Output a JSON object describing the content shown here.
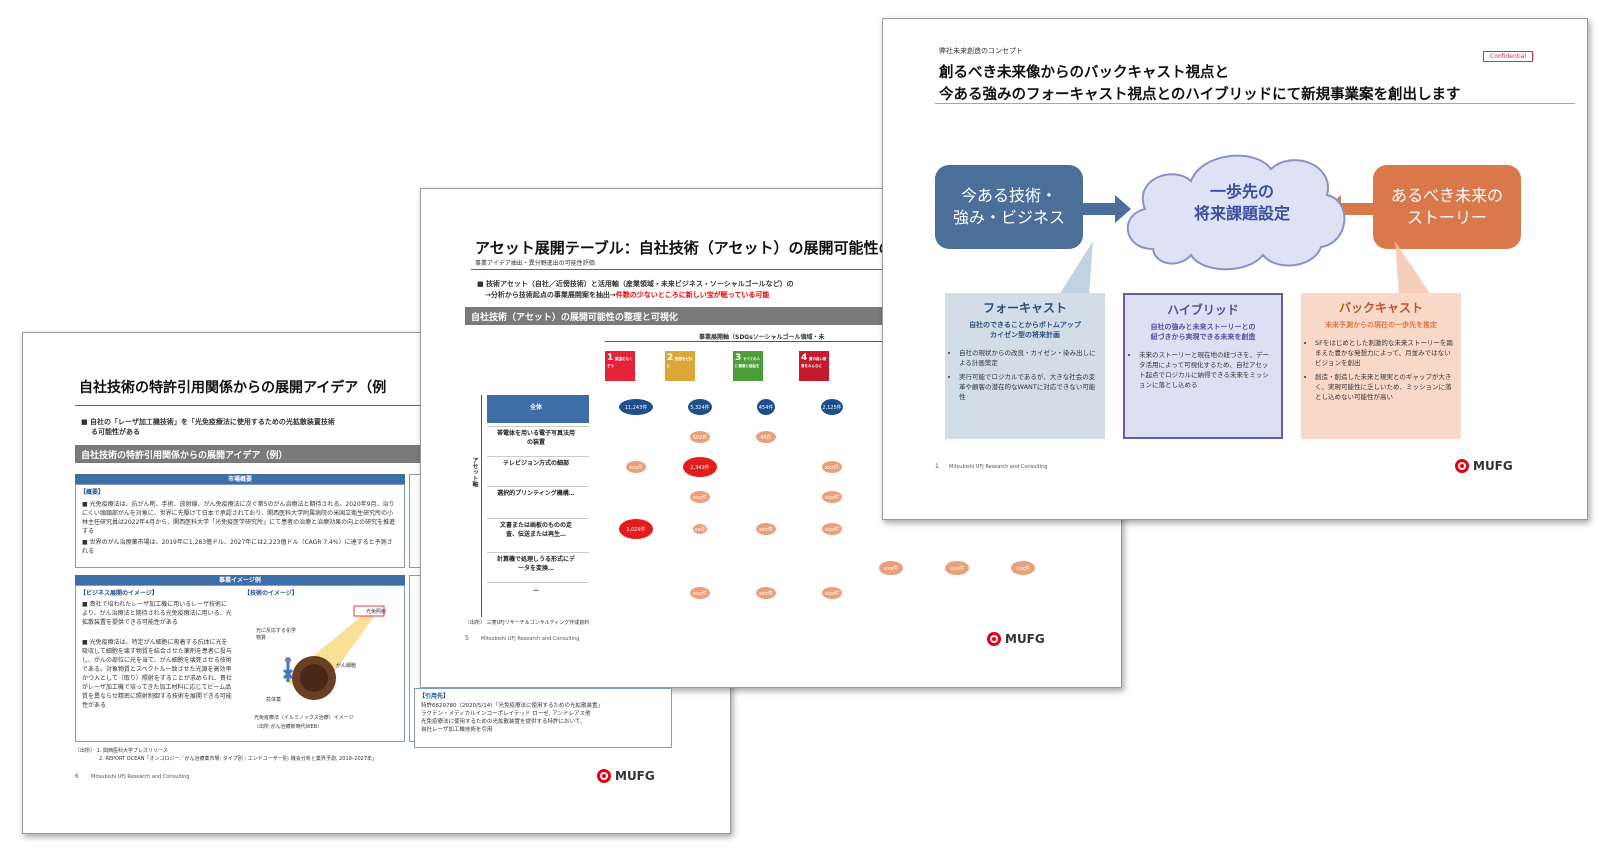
{
  "slide1": {
    "title": "自社技術の特許引用関係からの展開アイデア（例",
    "bullet": "■ 自社の「レーザ加工機技術」を「光免疫療法に使用するための光拡散装置技術",
    "bullet_cont": "る可能性がある",
    "band": "自社技術の特許引用関係からの展開アイデア（例）",
    "market_header": "市場概要",
    "summary_label": "【概要】",
    "summary_text_1": "■ 光免疫療法は、抗がん剤、手術、放射線、がん免疫療法に次ぐ第5のがん治療法と期待される。2020年9月、治りにくい頭頸部がんを対象に、世界に先駆けて日本で承認されており、関西医科大学附属病院の米国立衛生研究所の小林主任研究員は2022年4月から、関西医科大学「光免疫医学研究所」にて患者の治療と治療効果の向上の研究を推進する",
    "summary_text_2": "■ 世界のがん治療薬市場は、2019年に1,283億ドル、2027年には2,223億ドル（CAGR 7.4%）に達すると予測される",
    "image_header": "事業イメージ例",
    "biz_label": "【ビジネス展開のイメージ】",
    "tech_label": "【技術のイメージ】",
    "biz_text_1": "■ 貴社で培われたレーザ加工機に用いるレーザ技術により、がん治療法と期待される光免疫療法に用いる、光拡散装置を提供できる可能性がある",
    "biz_text_2": "■ 光免疫療法は、特定がん細胞に吸着する抗体に光を吸収して細胞を壊す物質を結合させた薬剤を患者に投与し、がんの部位に光を当て、がん細胞を壊死させる技術である。対象物質とスペクトル一致させた光源を高効率かつ入として（取り）照射をすることが求められ、貴社がレーザ加工機で培ってきた加工材料に応じてビーム品質を異ならせ精密に照射制御する技術を展開できる可能性がある",
    "tech_light": "光免照射",
    "tech_label_1": "光に反応する化学物質",
    "tech_label_2": "がん細胞",
    "tech_label_3": "抗体薬",
    "tech_caption_1": "光免疫療法（イルミノックス治療）イメージ",
    "tech_caption_2": "（出所 がん治療新時代WEB）",
    "source_1": "（出所） 1. 関西医科大学プレスリリース",
    "source_2": "2. REPORT OCEAN「オンコロジー／がん治療薬市場: タイプ別・エンドユーザー別: 機会分析と業界予測, 2019–2027年」",
    "page": "6",
    "company": "Mitsubishi UFJ Research and Consulting",
    "ref_label": "【引用先】",
    "ref_1": "特許6829780（2020/5/14）「光免疫療法に使用するための光拡散装置」",
    "ref_2": "ラクテン・メディカルインコーポレイテッド ローゼ, アンドレアス他",
    "ref_3": "光免疫療法に使用するための光拡散装置を提供する特許において、",
    "ref_4": "自社レーザ加工機技術を引用",
    "logo": "MUFG"
  },
  "slide2": {
    "title": "アセット展開テーブル：自社技術（アセット）の展開可能性の",
    "subtitle": "事業アイデア抽出・異分野進出の可能性評価",
    "bullet_1": "■ 技術アセット（自社／近傍技術）と活用軸（産業領域・未来ビジネス・ソーシャルゴールなど）の",
    "bullet_2a": "→分析から技術起点の事業展開案を抽出→",
    "bullet_2b": "件数の少ないところに新しい宝が眠っている可能",
    "band": "自社技術（アセット）の展開可能性の整理と可視化",
    "axis_label": "事業展開軸（SDGsソーシャルゴール領域・未",
    "sdgs": [
      {
        "num": "1",
        "label": "貧困をなくそう",
        "color": "#e5243b"
      },
      {
        "num": "2",
        "label": "飢餓をゼロに",
        "color": "#dda63a"
      },
      {
        "num": "3",
        "label": "すべての人に健康と福祉を",
        "color": "#4c9f38"
      },
      {
        "num": "4",
        "label": "質の高い教育をみんなに",
        "color": "#c5192d"
      }
    ],
    "vertical_label": "アセット軸",
    "rows": [
      {
        "label": "全体",
        "values": [
          "11,243件",
          "5,324件",
          "454件",
          "2,125件"
        ]
      },
      {
        "label": "帯電体を用いる電子写真法用の装置",
        "values": [
          "",
          "502件",
          "45件",
          ""
        ]
      },
      {
        "label": "テレビジョン方式の細部",
        "values": [
          "xxx件",
          "2,343件",
          "",
          "xxx件"
        ]
      },
      {
        "label": "選択的プリンティング機構…",
        "values": [
          "",
          "xxx件",
          "",
          "xxx件"
        ]
      },
      {
        "label": "文書または画板のものの走査、伝送または再生…",
        "values": [
          "1,024件",
          "xx件",
          "xxx件",
          "xxx件"
        ]
      },
      {
        "label": "計算機で処理しうる形式にデータを変換…",
        "values": [
          "",
          "",
          "",
          ""
        ]
      },
      {
        "label": "…",
        "values": [
          "",
          "xxx件",
          "xxx件",
          "xxx件"
        ]
      }
    ],
    "extra_bubbles": [
      "xxx件",
      "xxx件",
      "xxx件"
    ],
    "source": "（出所） 三菱UFJリサーチ＆コンサルティング作成資料",
    "page": "5",
    "company": "Mitsubishi UFJ Research and Consulting",
    "logo": "MUFG"
  },
  "slide3": {
    "kicker": "弊社未来創造のコンセプト",
    "title_1": "創るべき未来像からのバックキャスト視点と",
    "title_2": "今ある強みのフォーキャスト視点とのハイブリッドにて新規事業案を創出します",
    "confidential": "Confidential",
    "left_box": "今ある技術・\n強み・ビジネス",
    "cloud": "一歩先の\n将来課題設定",
    "right_box": "あるべき未来の\nストーリー",
    "columns": [
      {
        "heading": "フォーキャスト",
        "subheading": "自社のできることからボトムアップ\nカイゼン型の将来計画",
        "bullets": [
          "自社の現状からの改良・カイゼン・染み出しによる計画策定",
          "実行可能でロジカルであるが、大きな社会の変革や顧客の潜在的なWANTに対応できない可能性"
        ]
      },
      {
        "heading": "ハイブリッド",
        "subheading": "自社の強みと未来ストーリーとの\n紐づきから実現できる未来を創造",
        "bullets": [
          "未来のストーリーと現在地の紐づきを、データ活用によって可視化するため、自社アセット起点でロジカルに納得できる未来をミッションに落とし込める"
        ]
      },
      {
        "heading": "バックキャスト",
        "subheading": "未来予測からの現在の一歩先を推定",
        "bullets": [
          "SFをはじめとした刺激的な未来ストーリーを踏まえた豊かな発想力によって、月並みではないビジョンを創出",
          "創造・創造した未来と現実とのギャップが大きく、実現可能性に乏しいため、ミッションに落とし込めない可能性が高い"
        ]
      }
    ],
    "page": "1",
    "company": "Mitsubishi UFJ Research and Consulting",
    "logo": "MUFG",
    "colors": {
      "blue": "#4c6f99",
      "orange": "#d9784a",
      "purple": "#6a5aa8"
    }
  }
}
